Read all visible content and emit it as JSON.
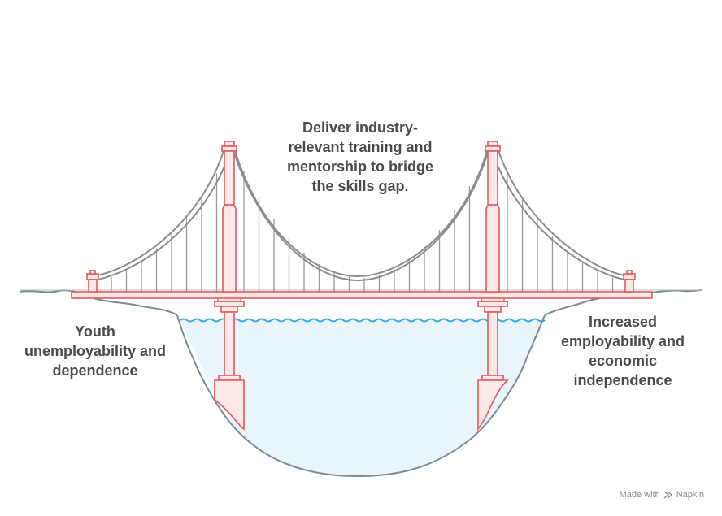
{
  "labels": {
    "challenge": "Youth\nunemployability and\ndependence",
    "solution": "Deliver industry-\nrelevant training and\nmentorship to bridge\nthe skills gap.",
    "outcome": "Increased\nemployability and\neconomic\nindependence"
  },
  "watermark": {
    "prefix": "Made with",
    "brand": "Napkin"
  },
  "colors": {
    "tower_stroke": "#e0595f",
    "tower_fill": "#fde8e8",
    "cable": "#8c8c8c",
    "water_fill": "#e8f6fb",
    "water_line": "#3aa7d9",
    "ground": "#7d8b93",
    "text": "#4a4a4a"
  }
}
